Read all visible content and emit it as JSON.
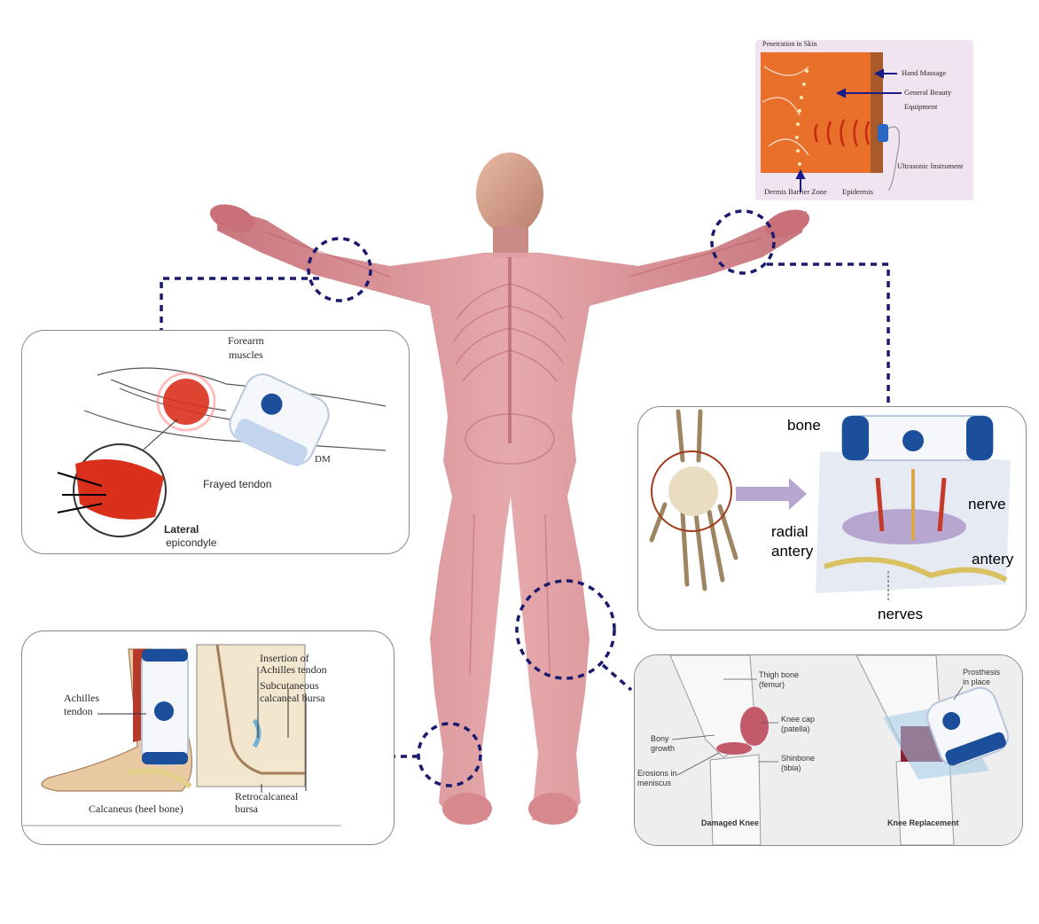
{
  "skin_inset": {
    "title": "Penetration in Skin",
    "hand_massage": "Hand Massage",
    "general_beauty": "General Beauty",
    "equipment": "Equipment",
    "ultrasonic": "Ultrasonic Instrument",
    "dermis_barrier": "Dermis Barrier Zone",
    "epidermis": "Epidermis"
  },
  "elbow_panel": {
    "forearm": "Forearm",
    "muscles": "muscles",
    "frayed": "Frayed tendon",
    "lateral": "Lateral",
    "epicondyle": "epicondyle",
    "signature": "DM"
  },
  "wrist_panel": {
    "bone": "bone",
    "nerve": "nerve",
    "radial": "radial",
    "antery_left": "antery",
    "antery_right": "antery",
    "nerves": "nerves"
  },
  "heel_panel": {
    "achilles": "Achilles",
    "tendon": "tendon",
    "insertion": "Insertion of",
    "achilles_tendon": "Achilles tendon",
    "subcutaneous": "Subcutaneous",
    "calcaneal_bursa": "calcaneal bursa",
    "calcaneus": "Calcaneus (heel bone)",
    "retrocalcaneal": "Retrocalcaneal",
    "bursa": "bursa"
  },
  "knee_panel": {
    "thigh_bone": "Thigh bone",
    "femur": "(femur)",
    "knee_cap": "Knee cap",
    "patella": "(patella)",
    "bony": "Bony",
    "growth": "growth",
    "shinbone": "Shinbone",
    "tibia": "(tibia)",
    "erosions": "Erosions in",
    "meniscus": "meniscus",
    "damaged": "Damaged Knee",
    "prosthesis": "Prosthesis",
    "in_place": "in place",
    "replacement": "Knee Replacement"
  },
  "colors": {
    "dash": "#1a1a6e",
    "body": "#cf7f85",
    "skin": "#e8702a",
    "device_blue": "#1b4f9c"
  }
}
